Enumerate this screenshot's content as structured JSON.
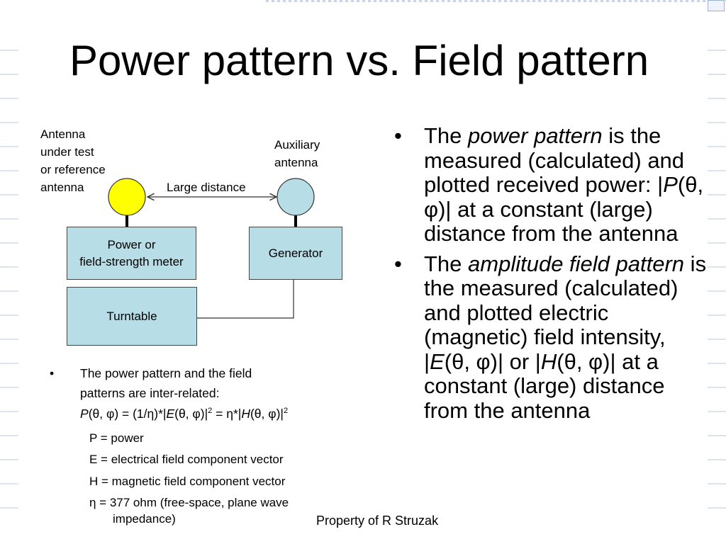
{
  "slide": {
    "title": "Power pattern vs. Field pattern",
    "footer": "Property of R Struzak"
  },
  "diagram": {
    "label_aut": "Antenna\nunder test\nor reference\nantenna",
    "label_aux": "Auxiliary\nantenna",
    "label_distance": "Large distance",
    "box_meter": "Power or\nfield-strength meter",
    "box_generator": "Generator",
    "box_turntable": "Turntable",
    "colors": {
      "aut_antenna": "#ffff00",
      "aux_antenna": "#b7dde6",
      "boxes": "#b7dde6"
    }
  },
  "lower": {
    "bullet": "•",
    "line1": "The power pattern and the field",
    "line2": "patterns are inter-related:",
    "eq_P": "P",
    "eq_a": "(θ, φ) = (1/η)*|",
    "eq_E": "E",
    "eq_b": "(θ, φ)|",
    "eq_sup1": "2",
    "eq_c": " = η*|",
    "eq_H": "H",
    "eq_d": "(θ, φ)|",
    "eq_sup2": "2",
    "def_p": "P = power",
    "def_e": "E = electrical field component vector",
    "def_h": "H = magnetic field component vector",
    "def_eta1": "η = 377 ohm (free-space, plane wave",
    "def_eta2": "impedance)"
  },
  "right": {
    "bullet": "•",
    "b1_the": "The ",
    "b1_em": "power pattern",
    "b1_rest1": " is the measured (calculated) and plotted received power: |",
    "b1_P": "P",
    "b1_rest2": "(θ, φ)| at a constant (large) distance from the antenna",
    "b2_the": "The ",
    "b2_em": "amplitude field pattern",
    "b2_rest1": " is the measured (calculated) and plotted electric (magnetic) field intensity, |",
    "b2_E": "E",
    "b2_rest2": "(θ, φ)| or |",
    "b2_H": "H",
    "b2_rest3": "(θ, φ)| at a constant (large) distance from the antenna"
  }
}
